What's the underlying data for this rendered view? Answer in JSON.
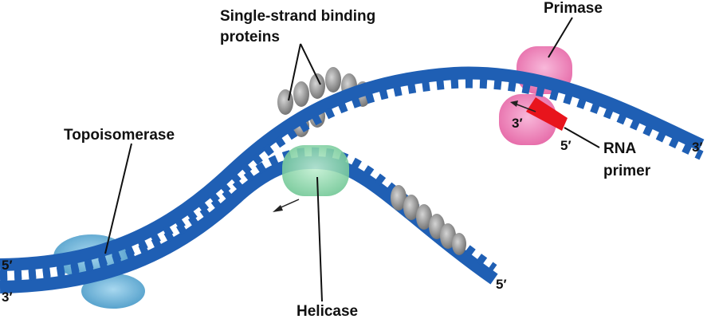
{
  "labels": {
    "ssb_line1": "Single-strand binding",
    "ssb_line2": "proteins",
    "primase": "Primase",
    "topoisomerase": "Topoisomerase",
    "helicase": "Helicase",
    "rna_primer_line1": "RNA",
    "rna_primer_line2": "primer"
  },
  "ends": {
    "left_top": "5′",
    "left_bottom": "3′",
    "right_top": "3′",
    "lagging_end": "5′",
    "primer_3": "3′",
    "primer_5": "5′"
  },
  "colors": {
    "dna": "#1f5fb4",
    "ssb": "#8a8a8a",
    "helicase": "#7fd3a0",
    "topoisomerase": "#5aaed6",
    "primase": "#ee7fb8",
    "primer": "#e8141c"
  }
}
